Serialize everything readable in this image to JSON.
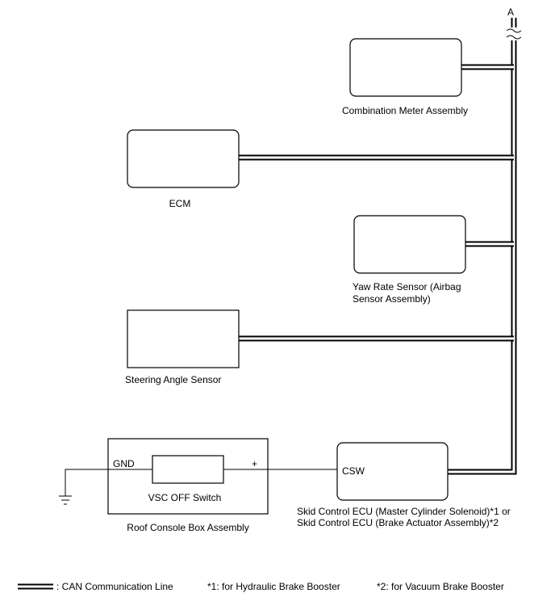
{
  "diagram": {
    "connector_label": "A",
    "components": {
      "combination_meter": "Combination Meter Assembly",
      "ecm": "ECM",
      "yaw_rate_sensor_line1": "Yaw Rate Sensor (Airbag",
      "yaw_rate_sensor_line2": "Sensor Assembly)",
      "steering_angle_sensor": "Steering Angle Sensor",
      "roof_console_box": "Roof Console Box Assembly",
      "vsc_off_switch": "VSC OFF Switch",
      "skid_control_ecu_line1": "Skid Control ECU (Master Cylinder Solenoid)*1 or",
      "skid_control_ecu_line2": "Skid Control ECU (Brake Actuator Assembly)*2"
    },
    "terminals": {
      "gnd": "GND",
      "plus": "+",
      "csw": "CSW"
    }
  },
  "legend": {
    "can_line": ": CAN Communication Line",
    "note1": "*1: for Hydraulic Brake Booster",
    "note2": "*2: for Vacuum Brake Booster"
  }
}
